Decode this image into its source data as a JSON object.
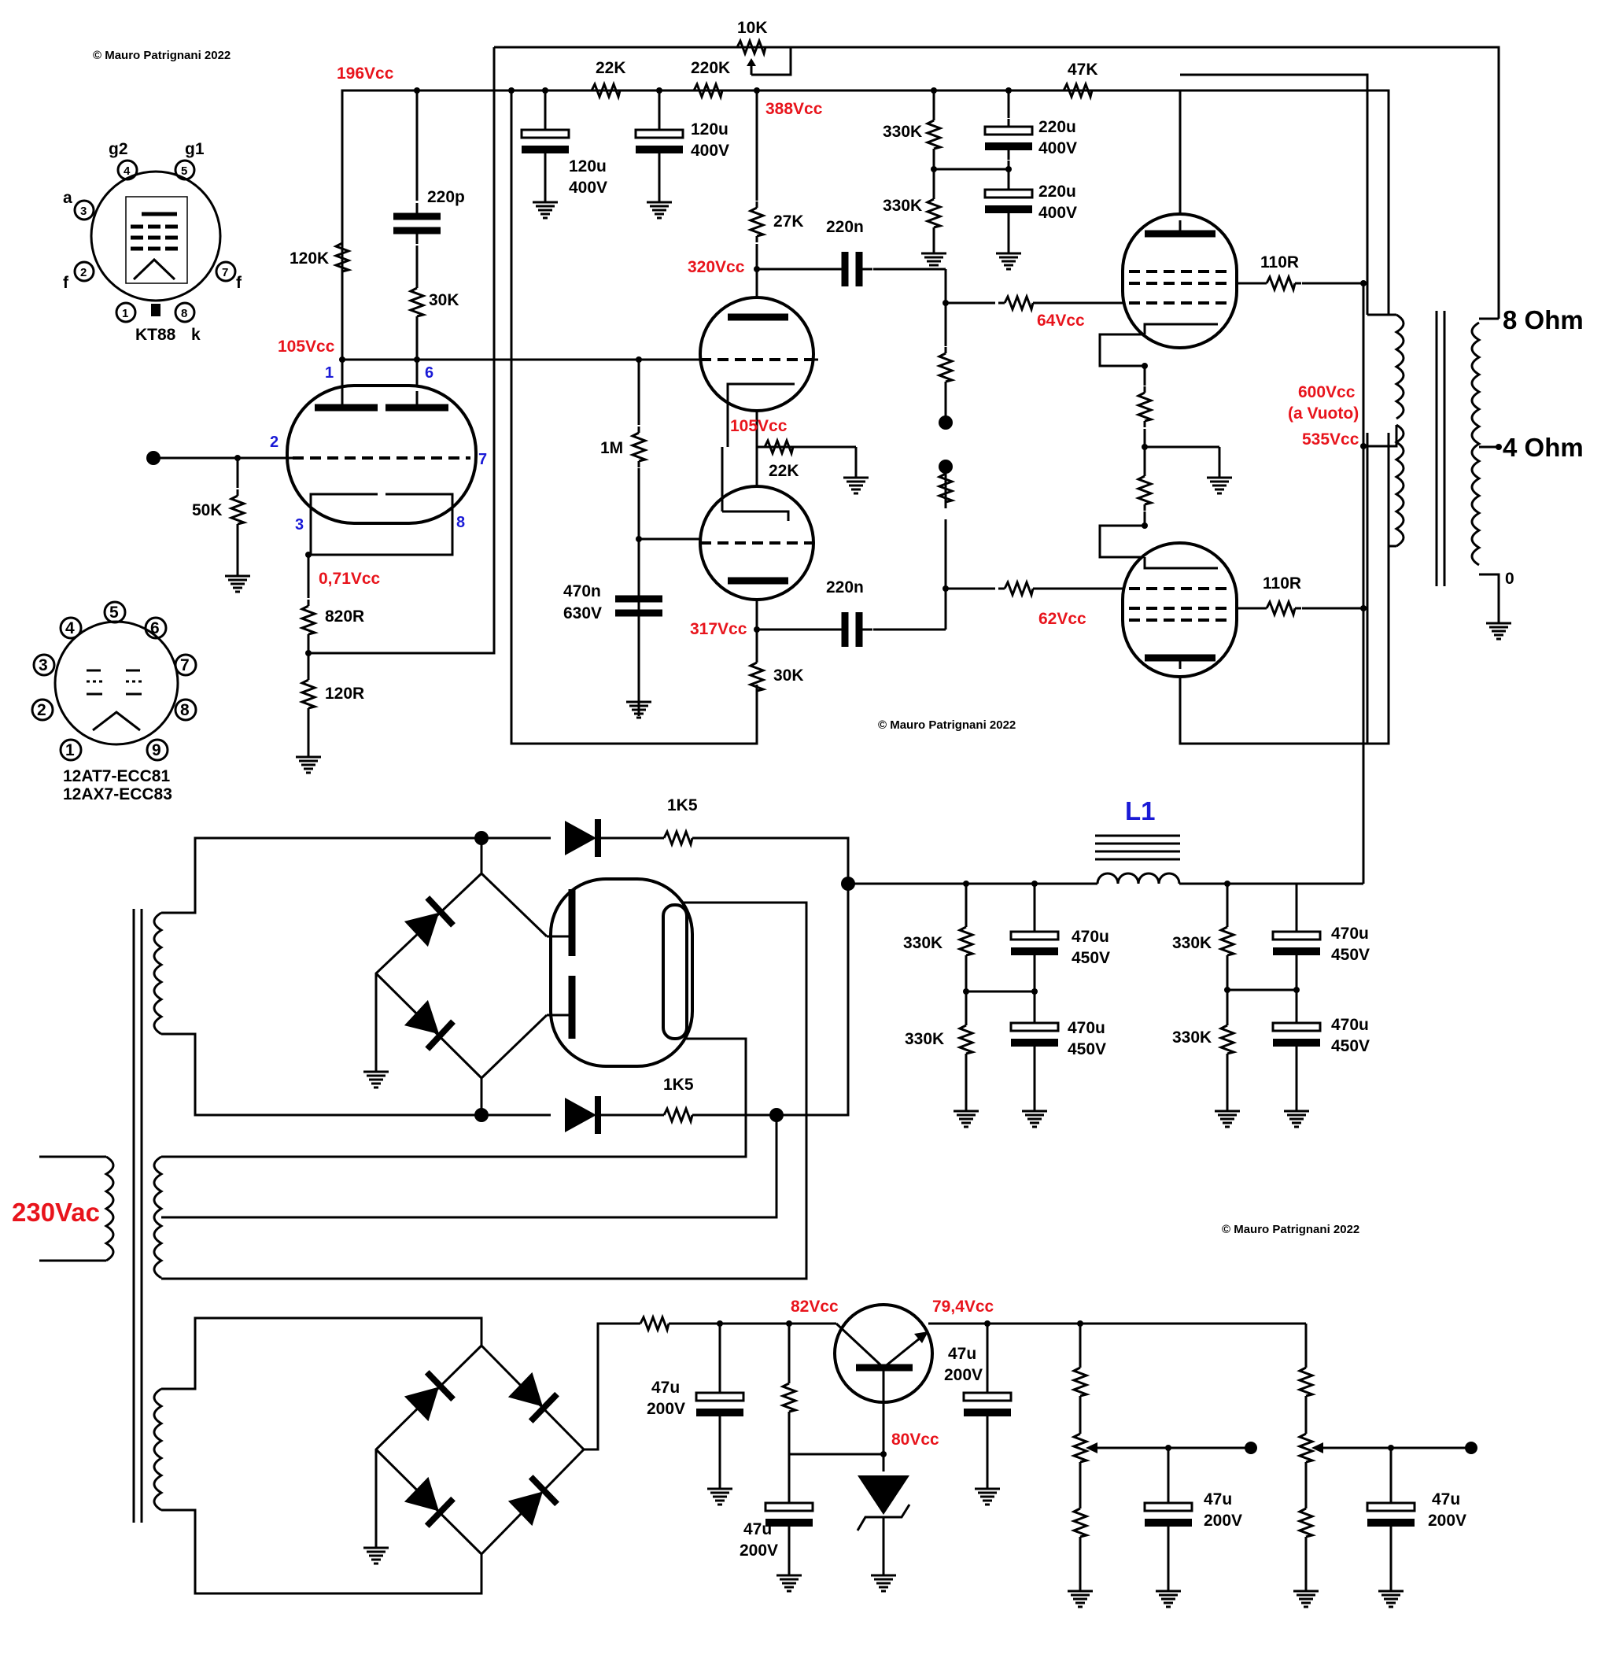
{
  "copyright": {
    "top": "© Mauro Patrignani 2022",
    "middle": "© Mauro Patrignani 2022",
    "lower": "© Mauro Patrignani 2022"
  },
  "tube_diagrams": {
    "kt88": {
      "name": "KT88",
      "pin_labels": [
        "a",
        "g2",
        "g1",
        "f",
        "f",
        "k"
      ],
      "pin_numbers": [
        "1",
        "2",
        "3",
        "4",
        "5",
        "7",
        "8"
      ]
    },
    "ecc": {
      "name_line1": "12AT7-ECC81",
      "name_line2": "12AX7-ECC83",
      "pin_numbers": [
        "1",
        "2",
        "3",
        "4",
        "5",
        "6",
        "7",
        "8",
        "9"
      ]
    }
  },
  "input_stage": {
    "pins": [
      "1",
      "6",
      "2",
      "7",
      "3",
      "8"
    ],
    "r_plate": "120K",
    "c_feedback": "220p",
    "r_feedback": "30K",
    "r_grid": "50K",
    "r_cathode1": "820R",
    "r_cathode2": "120R"
  },
  "phase_splitter": {
    "r_grid": "1M",
    "c_bypass_value": "470n",
    "c_bypass_voltage": "630V",
    "r_plate": "27K",
    "r_cathode": "30K",
    "r_bias": "22K",
    "c_coupling_top": "220n",
    "c_coupling_bottom": "220n"
  },
  "supply_line": {
    "r1": "22K",
    "r2": "220K",
    "r3": "47K",
    "pot": "10K",
    "c1_value": "120u",
    "c1_voltage": "400V",
    "c2_value": "120u",
    "c2_voltage": "400V",
    "r_divider_top": "330K",
    "r_divider_bottom": "330K",
    "c3_value": "220u",
    "c3_voltage": "400V",
    "c4_value": "220u",
    "c4_voltage": "400V"
  },
  "output_stage": {
    "r_screen_top": "110R",
    "r_screen_bottom": "110R",
    "taps": [
      "8 Ohm",
      "4 Ohm",
      "0"
    ]
  },
  "voltages": {
    "v196": "196Vcc",
    "v388": "388Vcc",
    "v320": "320Vcc",
    "v105_input": "105Vcc",
    "v105_split": "105Vcc",
    "v071": "0,71Vcc",
    "v317": "317Vcc",
    "v64": "64Vcc",
    "v62": "62Vcc",
    "v600": "600Vcc",
    "v600_note": "(a Vuoto)",
    "v535": "535Vcc",
    "v82": "82Vcc",
    "v794": "79,4Vcc",
    "v80": "80Vcc"
  },
  "hv_supply": {
    "choke": "L1",
    "r1": "1K5",
    "r2": "1K5",
    "bank1": {
      "r_top": "330K",
      "r_bottom": "330K",
      "c_top_value": "470u",
      "c_top_voltage": "450V",
      "c_bottom_value": "470u",
      "c_bottom_voltage": "450V"
    },
    "bank2": {
      "r_top": "330K",
      "r_bottom": "330K",
      "c_top_value": "470u",
      "c_top_voltage": "450V",
      "c_bottom_value": "470u",
      "c_bottom_voltage": "450V"
    }
  },
  "mains": "230Vac",
  "bias_supply": {
    "c1_value": "47u",
    "c1_voltage": "200V",
    "c2_value": "47u",
    "c2_voltage": "200V",
    "c3_value": "47u",
    "c3_voltage": "200V",
    "c4_value": "47u",
    "c4_voltage": "200V",
    "c5_value": "47u",
    "c5_voltage": "200V"
  }
}
